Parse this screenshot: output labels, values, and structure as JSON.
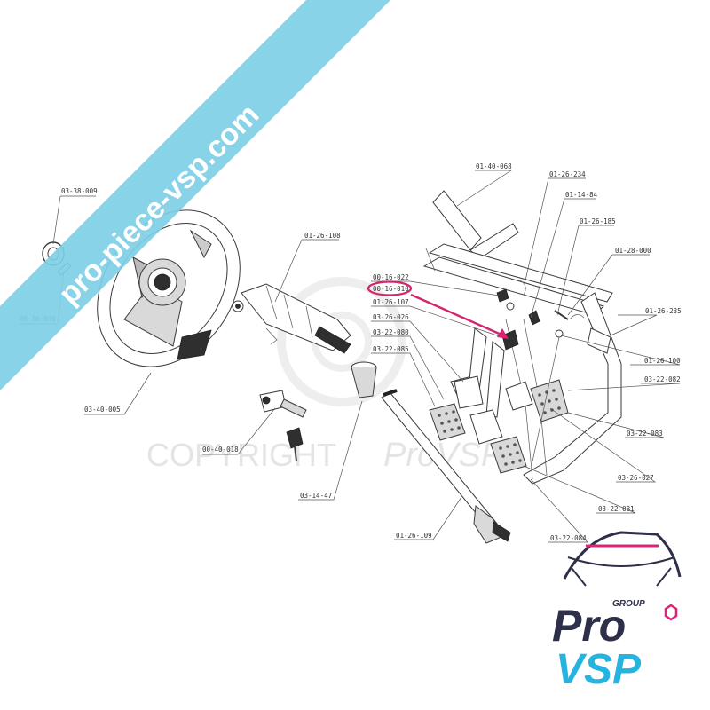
{
  "watermark": {
    "banner_text": "pro-piece-vsp.com",
    "copyright_text": "COPYRIGHT",
    "copyright_brand": "ProVSP",
    "banner_color": "#7fcfe6"
  },
  "logo": {
    "group_text": "GROUP",
    "pro_text": "Pro",
    "vsp_text": "VSP",
    "primary_color": "#2e2f48",
    "accent_color": "#e0217a",
    "secondary_color": "#25b3e0"
  },
  "highlight": {
    "part_number": "00-16-010",
    "color": "#d6246e"
  },
  "labels": {
    "l_03_38_009": "03-38-009",
    "l_06_16_036": "06-16-036",
    "l_03_40_005": "03-40-005",
    "l_01_26_108": "01-26-108",
    "l_00_40_018": "00-40-018",
    "l_03_14_47": "03-14-47",
    "l_01_40_068": "01-40-068",
    "l_01_26_234": "01-26-234",
    "l_01_14_84": "01-14-84",
    "l_01_26_185": "01-26-185",
    "l_01_28_000": "01-28-000",
    "l_00_16_022": "00-16-022",
    "l_00_16_010": "00-16-010",
    "l_01_26_107": "01-26-107",
    "l_03_26_026": "03-26-026",
    "l_03_22_080": "03-22-080",
    "l_03_22_085": "03-22-085",
    "l_01_26_235": "01-26-235",
    "l_01_26_100": "01-26-100",
    "l_03_22_082": "03-22-082",
    "l_03_22_083": "03-22-083",
    "l_03_26_027": "03-26-027",
    "l_03_22_081": "03-22-081",
    "l_03_22_084": "03-22-084",
    "l_01_26_109": "01-26-109"
  }
}
